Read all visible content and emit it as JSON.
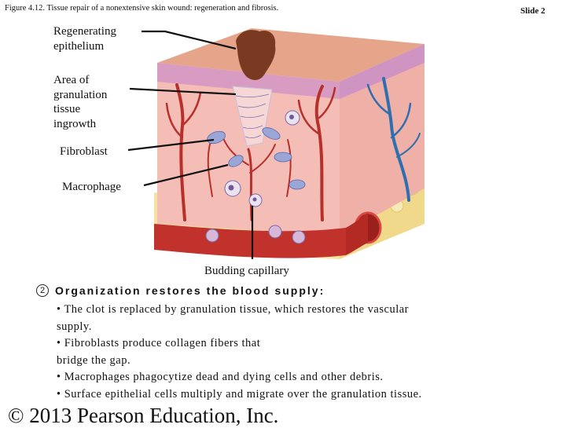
{
  "figure_title": "Figure 4.12.  Tissue repair of a nonextensive skin wound: regeneration and fibrosis.",
  "slide_label": "Slide 2",
  "labels": {
    "regenerating_epithelium": "Regenerating\nepithelium",
    "granulation_tissue": "Area of\ngranulation\ntissue\ningrowth",
    "fibroblast": "Fibroblast",
    "macrophage": "Macrophage",
    "budding_capillary": "Budding capillary"
  },
  "step": {
    "number": "2",
    "heading": "Organization restores the blood supply:"
  },
  "bullets": [
    "• The clot is replaced by granulation tissue, which restores the vascular\n    supply.",
    "• Fibroblasts produce collagen fibers that\n   bridge the gap.",
    "• Macrophages phagocytize dead and dying cells and other debris.",
    "• Surface epithelial cells multiply and migrate over the granulation tissue."
  ],
  "copyright": "© 2013 Pearson Education, Inc.",
  "colors": {
    "dermis": "#f3b9b3",
    "epidermis": "#e5a489",
    "scab": "#7a3a22",
    "vessel_red": "#b8302b",
    "vessel_blue": "#2f6fb0",
    "fat": "#f3e2a0",
    "fibroblast": "#9aa6d6"
  }
}
